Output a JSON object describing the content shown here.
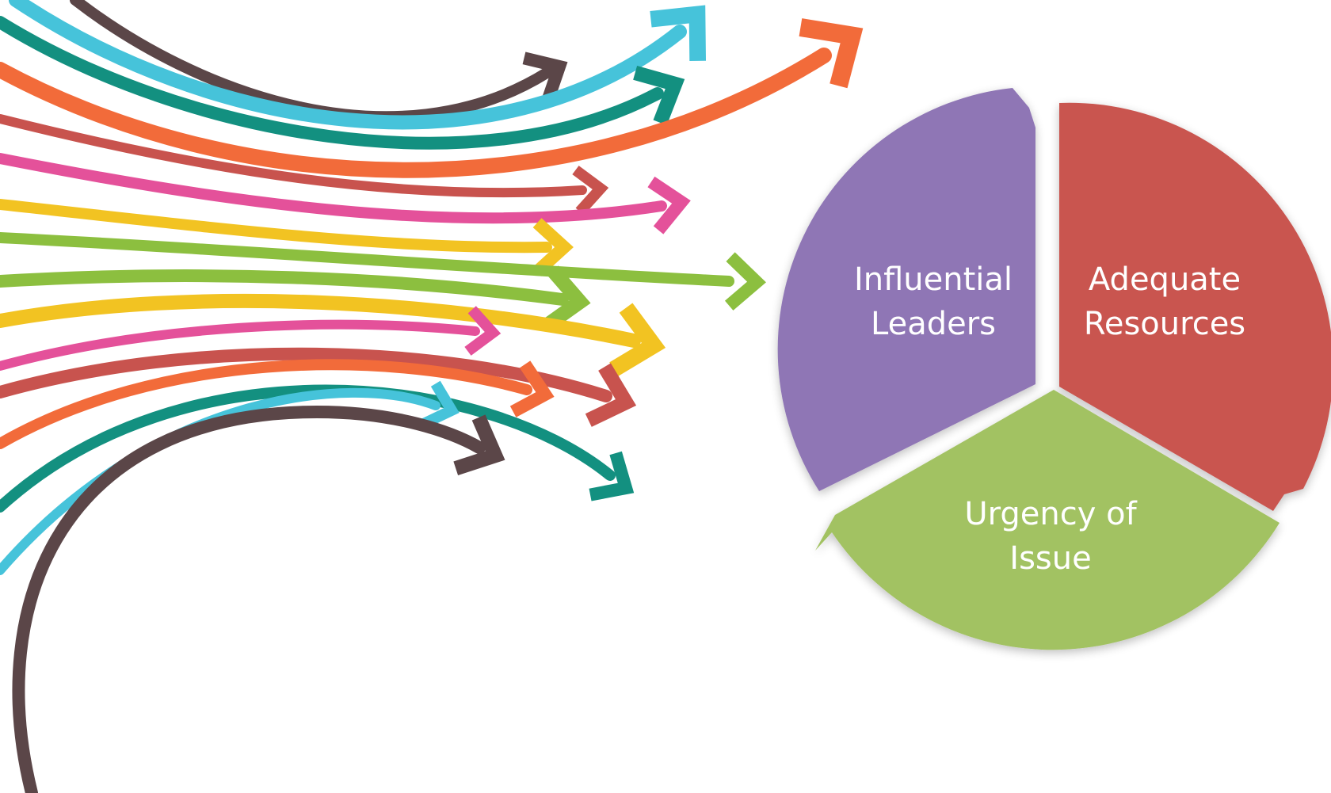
{
  "arrow_colors": [
    "#5b4648",
    "#46c3da",
    "#139080",
    "#f26b3a",
    "#c8534e",
    "#e4519a",
    "#f2c322",
    "#8cbf3f"
  ],
  "cycle": {
    "colors": {
      "leaders": "#8f76b5",
      "resources": "#c9544f",
      "urgency": "#a2c262"
    },
    "segments": {
      "leaders": {
        "line1": "Influential",
        "line2": "Leaders"
      },
      "resources": {
        "line1": "Adequate",
        "line2": "Resources"
      },
      "urgency": {
        "line1": "Urgency of",
        "line2": "Issue"
      }
    }
  }
}
